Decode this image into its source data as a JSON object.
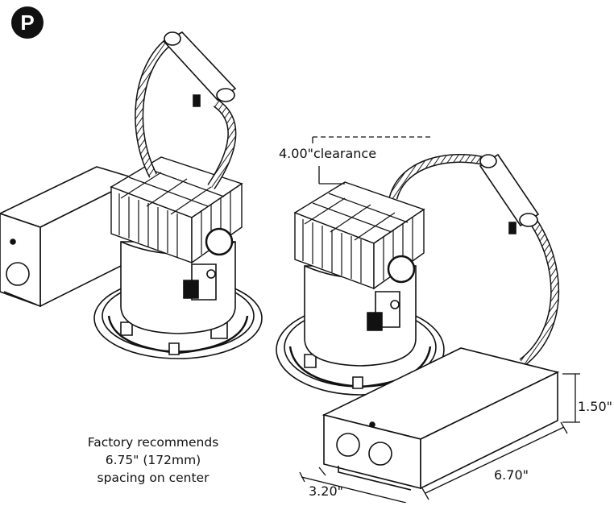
{
  "badge": {
    "letter": "P"
  },
  "clearance_label": "4.00\"clearance",
  "dimensions": {
    "height": "1.50\"",
    "length": "6.70\"",
    "width": "3.20\""
  },
  "note_lines": [
    "Factory recommends",
    "6.75\" (172mm)",
    "spacing on center"
  ]
}
